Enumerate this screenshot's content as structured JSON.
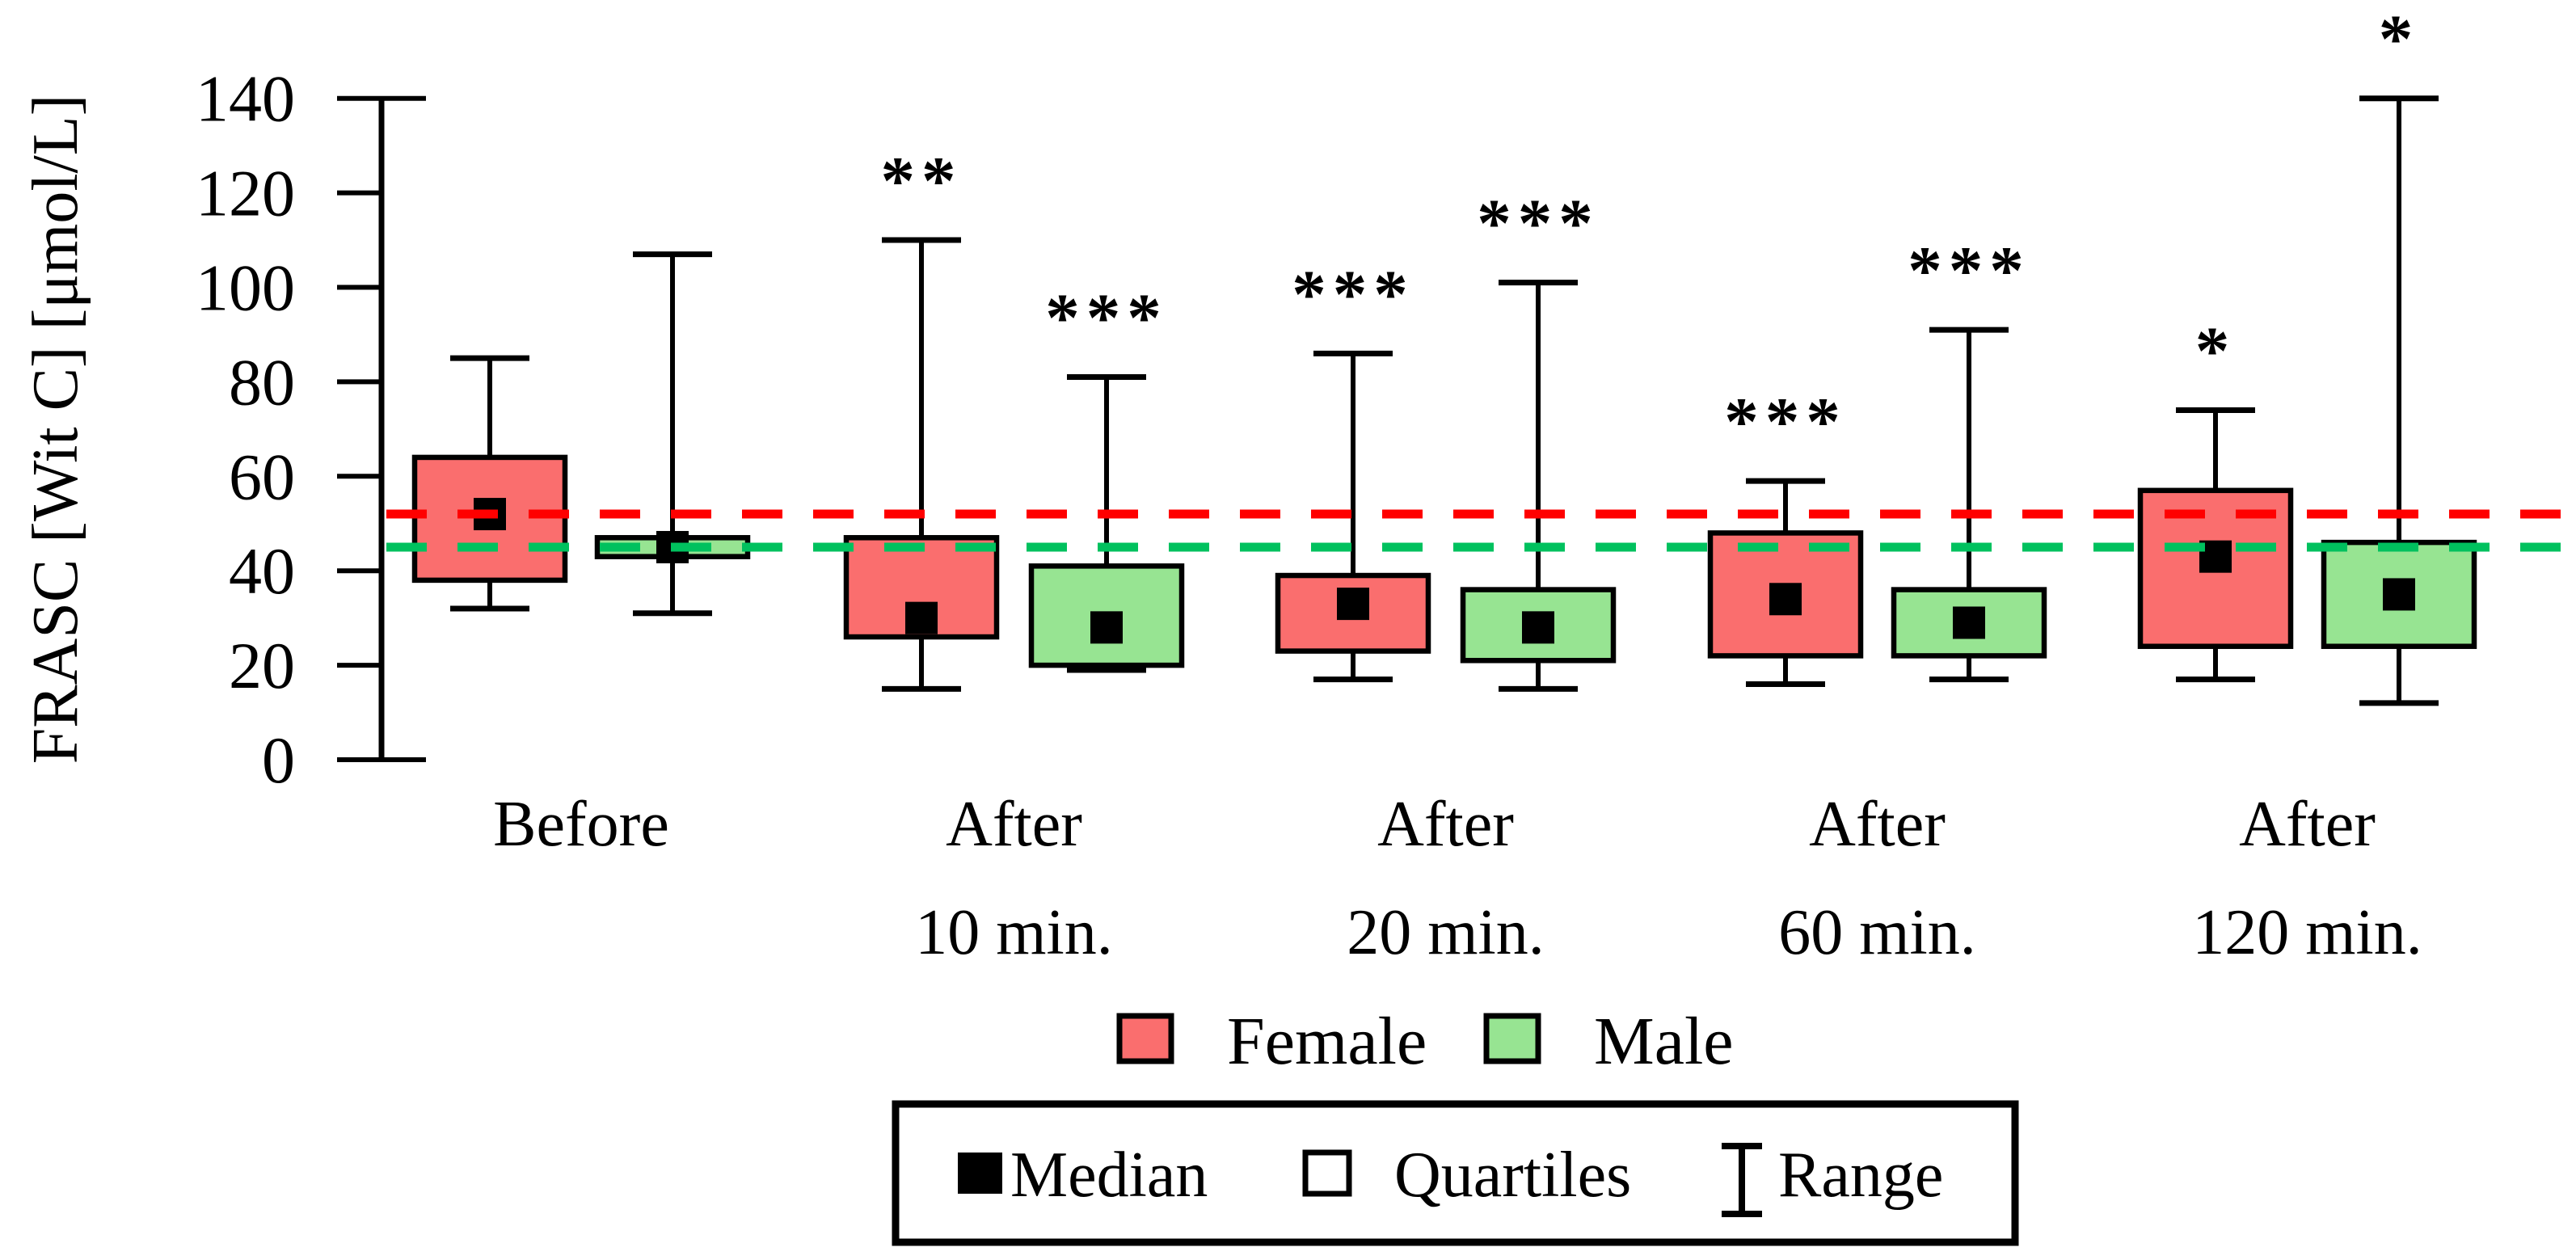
{
  "chart_data": {
    "type": "boxplot",
    "title": "",
    "ylabel": "FRASC [Wit C] [μmol/L]",
    "xlabel": "",
    "ylim": [
      0,
      140
    ],
    "yticks": [
      0,
      20,
      40,
      60,
      80,
      100,
      120,
      140
    ],
    "grid": false,
    "legend_position": "bottom",
    "categories": [
      {
        "line1": "Before",
        "line2": ""
      },
      {
        "line1": "After",
        "line2": "10 min."
      },
      {
        "line1": "After",
        "line2": "20 min."
      },
      {
        "line1": "After",
        "line2": "60 min."
      },
      {
        "line1": "After",
        "line2": "120 min."
      }
    ],
    "series": [
      {
        "name": "Female",
        "color": "#FA6E6E",
        "boxes": [
          {
            "min": 32,
            "q1": 38,
            "median": 52,
            "q3": 64,
            "max": 85,
            "sig": ""
          },
          {
            "min": 15,
            "q1": 26,
            "median": 30,
            "q3": 47,
            "max": 110,
            "sig": "**"
          },
          {
            "min": 17,
            "q1": 23,
            "median": 33,
            "q3": 39,
            "max": 86,
            "sig": "***"
          },
          {
            "min": 16,
            "q1": 22,
            "median": 34,
            "q3": 48,
            "max": 59,
            "sig": "***"
          },
          {
            "min": 17,
            "q1": 24,
            "median": 43,
            "q3": 57,
            "max": 74,
            "sig": "*"
          }
        ]
      },
      {
        "name": "Male",
        "color": "#97E492",
        "boxes": [
          {
            "min": 31,
            "q1": 43,
            "median": 45,
            "q3": 47,
            "max": 107,
            "sig": ""
          },
          {
            "min": 19,
            "q1": 20,
            "median": 28,
            "q3": 41,
            "max": 81,
            "sig": "***"
          },
          {
            "min": 15,
            "q1": 21,
            "median": 28,
            "q3": 36,
            "max": 101,
            "sig": "***"
          },
          {
            "min": 17,
            "q1": 22,
            "median": 29,
            "q3": 36,
            "max": 91,
            "sig": "***"
          },
          {
            "min": 12,
            "q1": 24,
            "median": 35,
            "q3": 46,
            "max": 140,
            "sig": "*"
          }
        ]
      }
    ],
    "reference_lines": [
      {
        "name": "female-baseline",
        "value": 52,
        "color": "#FF0000"
      },
      {
        "name": "male-baseline",
        "value": 45,
        "color": "#00C15E"
      }
    ],
    "marker_color": "#000000",
    "stat_legend": {
      "median": "Median",
      "quartiles": "Quartiles",
      "range": "Range"
    }
  }
}
